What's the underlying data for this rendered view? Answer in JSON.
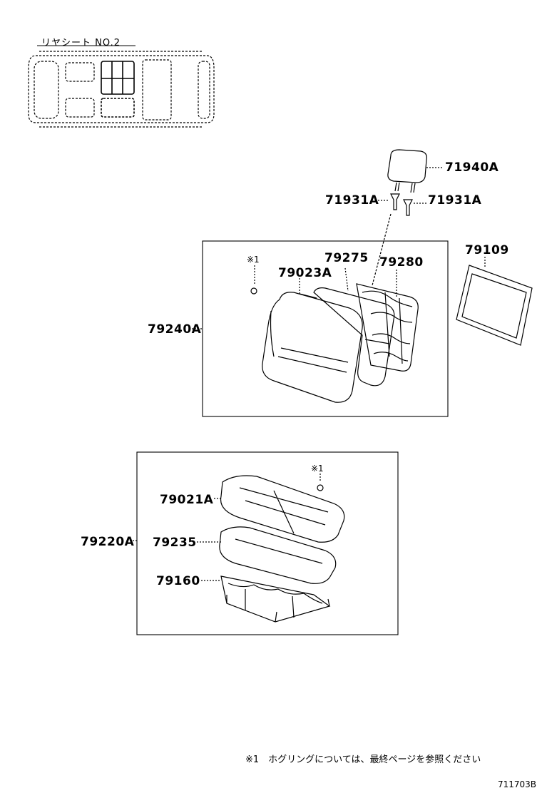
{
  "header": {
    "title": "リヤシート NO.2"
  },
  "labels": {
    "headrest": "71940A",
    "support_left": "71931A",
    "support_right": "71931A",
    "back_assy": "79240A",
    "back_cover": "79023A",
    "back_pad": "79275",
    "back_frame": "79280",
    "board": "79109",
    "hogring_back": "※1",
    "cushion_assy": "79220A",
    "cushion_cover": "79021A",
    "cushion_pad": "79235",
    "cushion_frame": "79160",
    "hogring_cushion": "※1"
  },
  "footer": {
    "note": "※1　ホグリングについては、最終ページを参照ください",
    "code": "711703B"
  }
}
